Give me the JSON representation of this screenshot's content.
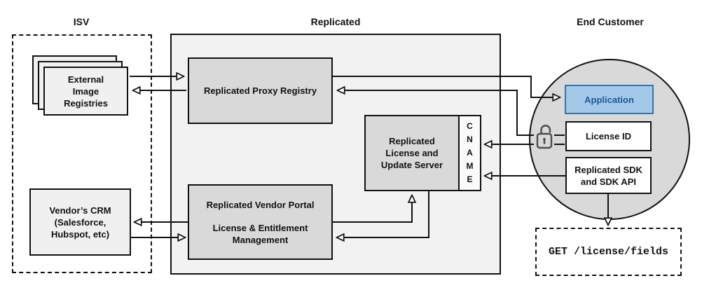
{
  "headers": {
    "isv": "ISV",
    "replicated": "Replicated",
    "end_customer": "End Customer"
  },
  "isv": {
    "registries": {
      "lines": [
        "External",
        "Image",
        "Registries"
      ]
    },
    "crm": {
      "lines": [
        "Vendor’s CRM",
        "(Salesforce,",
        "Hubspot, etc)"
      ]
    }
  },
  "replicated": {
    "proxy_registry": {
      "label": "Replicated Proxy Registry"
    },
    "license_update_server": {
      "lines": [
        "Replicated",
        "License and",
        "Update Server"
      ]
    },
    "cname": {
      "letters": [
        "C",
        "N",
        "A",
        "M",
        "E"
      ]
    },
    "vendor_portal": {
      "title": "Replicated Vendor Portal",
      "subtitle_lines": [
        "License & Entitlement",
        "Management"
      ]
    }
  },
  "end_customer": {
    "application": {
      "label": "Application"
    },
    "license_id": {
      "label": "License ID"
    },
    "sdk": {
      "lines": [
        "Replicated SDK",
        "and SDK API"
      ]
    },
    "get_request": {
      "label": "GET /license/fields"
    },
    "icons": {
      "lock": "unlocked-padlock-icon"
    }
  },
  "colors": {
    "application_fill": "#a4c8e8",
    "application_border": "#3474ac",
    "application_text": "#1b5796",
    "gray_fill": "#d9d9d9",
    "panel_fill": "#f2f2f2",
    "line": "#111111"
  }
}
